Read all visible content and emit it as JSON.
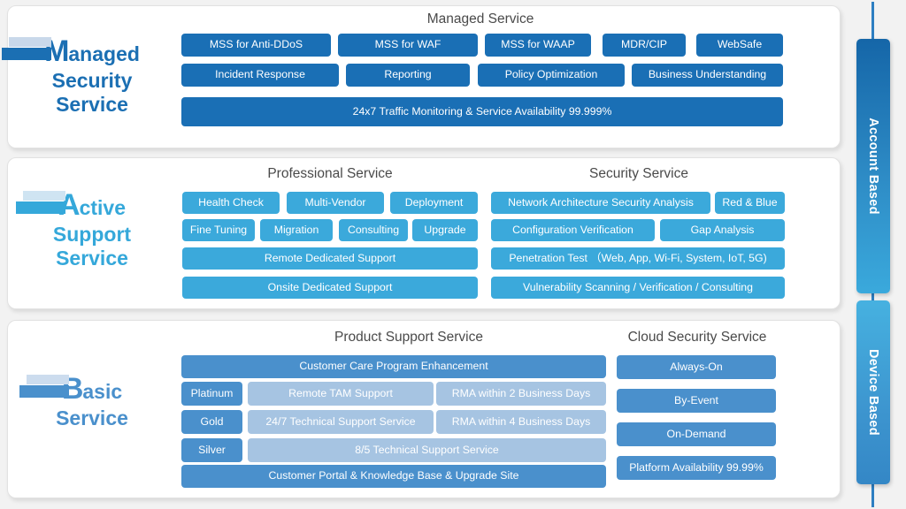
{
  "panels": [
    {
      "id": "managed",
      "brand": {
        "cap": "M",
        "rest": "anaged",
        "line2": "Security",
        "line3": "Service",
        "color": "#1b6fb3"
      },
      "headings": [
        {
          "text": "Managed Service"
        }
      ],
      "chips": [
        {
          "label": "MSS for Anti-DDoS"
        },
        {
          "label": "MSS for WAF"
        },
        {
          "label": "MSS for WAAP"
        },
        {
          "label": "MDR/CIP"
        },
        {
          "label": "WebSafe"
        },
        {
          "label": "Incident Response"
        },
        {
          "label": "Reporting"
        },
        {
          "label": "Policy Optimization"
        },
        {
          "label": "Business Understanding"
        },
        {
          "label": "24x7 Traffic Monitoring & Service Availability 99.999%"
        }
      ]
    },
    {
      "id": "active",
      "brand": {
        "cap": "A",
        "rest": "ctive",
        "line2": "Support",
        "line3": "Service",
        "color": "#35a8da"
      },
      "headings": [
        {
          "text": "Professional Service"
        },
        {
          "text": "Security Service"
        }
      ],
      "chips": [
        {
          "label": "Health Check"
        },
        {
          "label": "Multi-Vendor"
        },
        {
          "label": "Deployment"
        },
        {
          "label": "Fine Tuning"
        },
        {
          "label": "Migration"
        },
        {
          "label": "Consulting"
        },
        {
          "label": "Upgrade"
        },
        {
          "label": "Remote Dedicated Support"
        },
        {
          "label": "Onsite Dedicated Support"
        },
        {
          "label": "Network Architecture Security Analysis"
        },
        {
          "label": "Red & Blue"
        },
        {
          "label": "Configuration Verification"
        },
        {
          "label": "Gap Analysis"
        },
        {
          "label": "Penetration Test （Web, App, Wi-Fi, System, IoT, 5G)"
        },
        {
          "label": "Vulnerability Scanning / Verification / Consulting"
        }
      ]
    },
    {
      "id": "basic",
      "brand": {
        "cap": "B",
        "rest": "asic",
        "line2": "Service",
        "line3": "",
        "color": "#4a90cc"
      },
      "headings": [
        {
          "text": "Product Support Service"
        },
        {
          "text": "Cloud Security Service"
        }
      ],
      "chips": [
        {
          "label": "Customer Care Program Enhancement"
        },
        {
          "label": "Platinum"
        },
        {
          "label": "Remote TAM Support"
        },
        {
          "label": "RMA within 2 Business Days"
        },
        {
          "label": "Gold"
        },
        {
          "label": "24/7 Technical Support Service"
        },
        {
          "label": "RMA within 4 Business Days"
        },
        {
          "label": "Silver"
        },
        {
          "label": "8/5 Technical Support Service"
        },
        {
          "label": "Customer Portal & Knowledge Base & Upgrade Site"
        },
        {
          "label": "Always-On"
        },
        {
          "label": "By-Event"
        },
        {
          "label": "On-Demand"
        },
        {
          "label": "Platform Availability 99.99%"
        }
      ]
    }
  ],
  "rail": {
    "account_label": "Account Based",
    "device_label": "Device Based"
  },
  "colors": {
    "dark_blue": "#1a6fb5",
    "cyan_blue": "#3ba9db",
    "medium_blue": "#4a90cc",
    "pale_blue": "#a6c4e2",
    "background": "#f2f2f2",
    "panel": "#ffffff",
    "heading_text": "#4a4a4a"
  }
}
